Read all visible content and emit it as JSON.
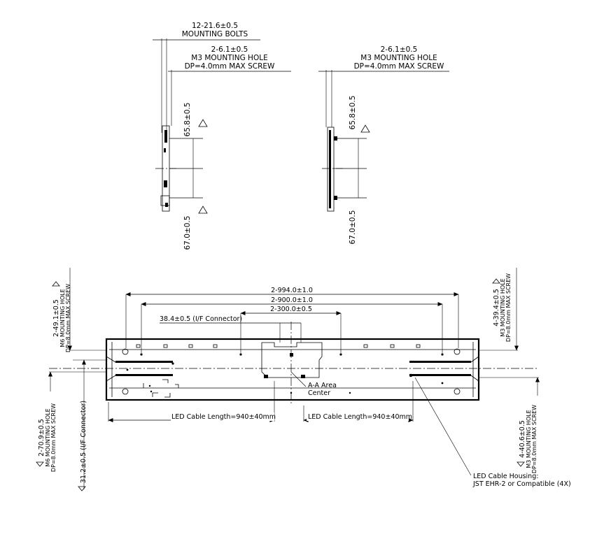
{
  "side_view_left": {
    "bolts_qty": "12-21.6±0.5",
    "bolts_label": "MOUNTING BOLTS",
    "hole_qty": "2-6.1±0.5",
    "hole_label": "M3 MOUNTING HOLE",
    "hole_spec": "DP=4.0mm MAX SCREW",
    "dim_upper": "65.8±0.5",
    "dim_lower": "67.0±0.5"
  },
  "side_view_right": {
    "hole_qty": "2-6.1±0.5",
    "hole_label": "M3 MOUNTING HOLE",
    "hole_spec": "DP=4.0mm MAX SCREW",
    "dim_upper": "65.8±0.5",
    "dim_lower": "67.0±0.5"
  },
  "front_view": {
    "dim_994": "2-994.0±1.0",
    "dim_900": "2-900.0±1.0",
    "dim_300": "2-300.0±0.5",
    "dim_connector": "38.4±0.5 (I/F Connector)",
    "left_top_qty": "2-49.1±0.5",
    "left_top_label": "M6 MOUNTING HOLE",
    "left_top_spec": "DP=8.0mm MAX SCREW",
    "right_top_qty": "4-39.4±0.5",
    "right_top_label": "M3 MOUNTING HOLE",
    "right_top_spec": "DP=8.0mm MAX SCREW",
    "left_bottom_qty": "2-70.9±0.5",
    "left_bottom_label": "M6 MOUNTING HOLE",
    "left_bottom_spec": "DP=8.0mm MAX SCREW",
    "left_bottom_conn": "31.2±0.5 (I/F Connector)",
    "right_bottom_qty": "4-40.6±0.5",
    "right_bottom_label": "M3 MOUNTING HOLE",
    "right_bottom_spec": "DP=8.0mm MAX SCREW",
    "aa_label": "A-A Area",
    "aa_center": "Center",
    "cable_left": "LED Cable Length=940±40mm",
    "cable_right": "LED Cable Length=940±40mm",
    "housing_1": "LED Cable Housing:",
    "housing_2": "JST EHR-2 or Compatible (4X)"
  }
}
